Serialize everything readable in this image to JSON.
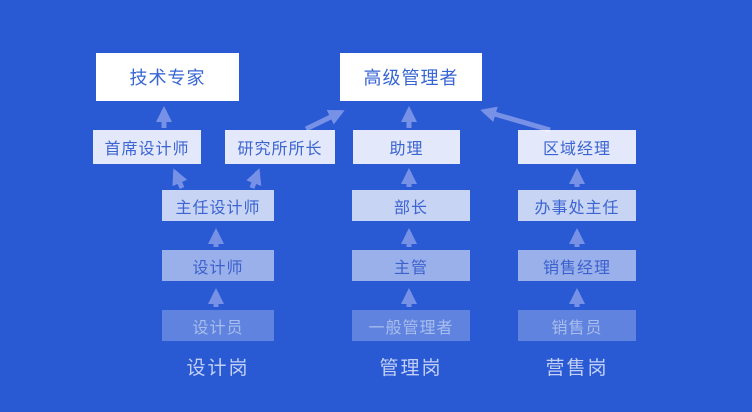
{
  "diagram": {
    "title_implicit": "职业发展通道图",
    "background_color": "#2A5AD3",
    "box_fill_levels": [
      "#FFFFFF",
      "rgba(255,255,255,0.87)",
      "rgba(255,255,255,0.74)",
      "rgba(255,255,255,0.52)",
      "rgba(255,255,255,0.25)"
    ],
    "arrow_color": "#7E96E8",
    "text_color_primary": "#3C64D2",
    "footer_text_color": "#C3D0F5"
  },
  "nodes": {
    "tech_expert": "技术专家",
    "senior_manager": "高级管理者",
    "chief_designer": "首席设计师",
    "institute_head": "研究所所长",
    "assistant": "助理",
    "regional_manager": "区域经理",
    "lead_designer": "主任设计师",
    "department_head": "部长",
    "office_chief": "办事处主任",
    "designer": "设计师",
    "supervisor": "主管",
    "sales_manager": "销售经理",
    "junior_designer": "设计员",
    "general_manager": "一般管理者",
    "salesperson": "销售员"
  },
  "footers": {
    "design": "设计岗",
    "management": "管理岗",
    "sales": "营售岗"
  }
}
